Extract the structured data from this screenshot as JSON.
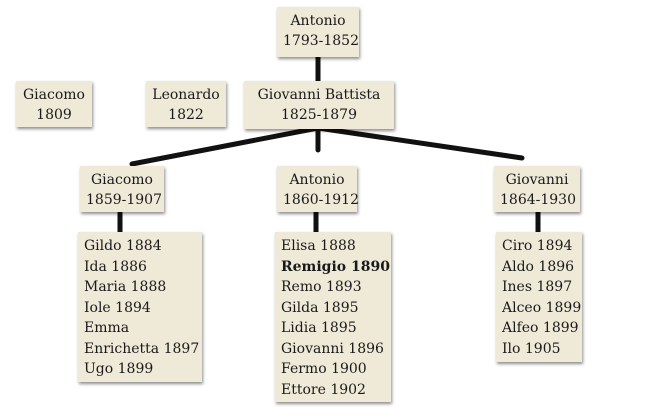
{
  "top": {
    "name": "Antonio",
    "years": "1793-1852"
  },
  "root": {
    "name": "Giovanni Battista",
    "years": "1825-1879"
  },
  "siblings": [
    {
      "name": "Giacomo",
      "years": "1809"
    },
    {
      "name": "Leonardo",
      "years": "1822"
    }
  ],
  "branches": [
    {
      "name": "Giacomo",
      "years": "1859-1907",
      "children": [
        "Gildo 1884",
        "Ida 1886",
        "Maria 1888",
        "Iole 1894",
        "Emma",
        "Enrichetta 1897",
        "Ugo 1899"
      ]
    },
    {
      "name": "Antonio",
      "years": "1860-1912",
      "children": [
        "Elisa 1888",
        "Remigio 1890",
        "Remo 1893",
        "Gilda 1895",
        "Lidia 1895",
        "Giovanni 1896",
        "Fermo 1900",
        "Ettore 1902"
      ],
      "highlight": "Remigio 1890"
    },
    {
      "name": "Giovanni",
      "years": "1864-1930",
      "children": [
        "Ciro 1894",
        "Aldo 1896",
        "Ines 1897",
        "Alceo 1899",
        "Alfeo 1899",
        "Ilo 1905"
      ]
    }
  ]
}
